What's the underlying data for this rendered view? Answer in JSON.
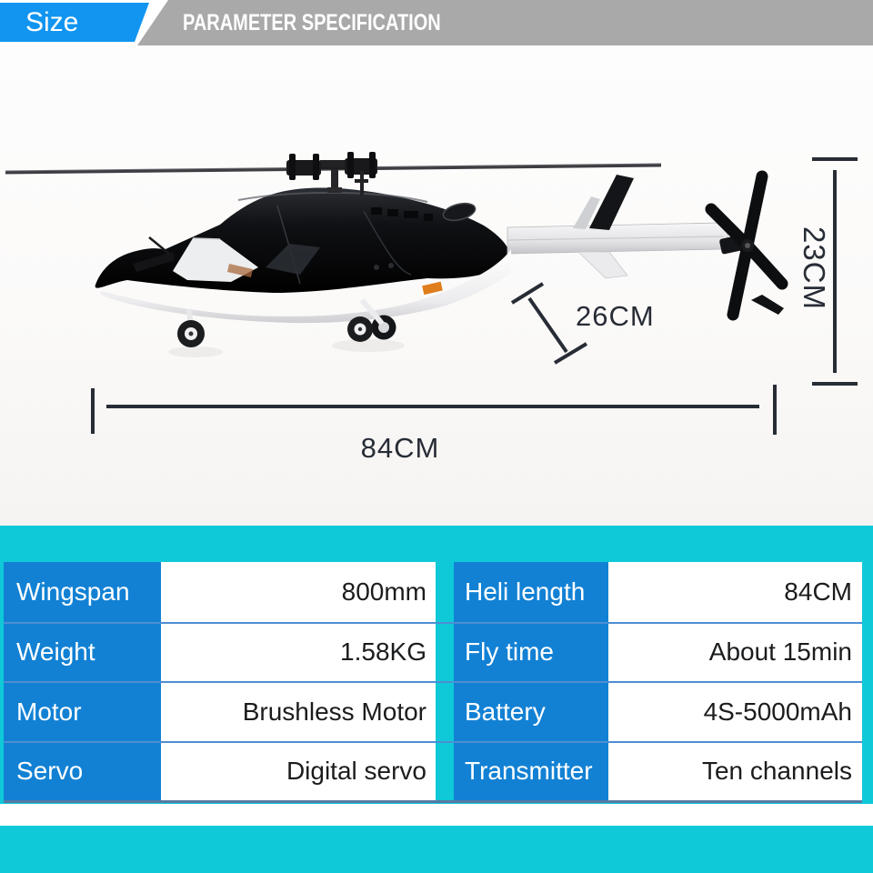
{
  "header": {
    "tab_label": "Size",
    "banner_title": "PARAMETER SPECIFICATION"
  },
  "diagram": {
    "subject": "RC helicopter side view with dimension lines",
    "height_label": "23CM",
    "rotor_label": "26CM",
    "length_label": "84CM"
  },
  "spec_table": {
    "left_rows": [
      {
        "label": "Wingspan",
        "value": "800mm"
      },
      {
        "label": "Weight",
        "value": "1.58KG"
      },
      {
        "label": "Motor",
        "value": "Brushless Motor"
      },
      {
        "label": "Servo",
        "value": "Digital servo"
      }
    ],
    "right_rows": [
      {
        "label": "Heli length",
        "value": "84CM"
      },
      {
        "label": "Fly time",
        "value": "About 15min"
      },
      {
        "label": "Battery",
        "value": "4S-5000mAh"
      },
      {
        "label": "Transmitter",
        "value": "Ten channels"
      }
    ]
  },
  "colors": {
    "accent_blue": "#1295f0",
    "table_blue": "#1281d4",
    "cyan": "#0fc9d9",
    "banner_gray": "#a9a9aa",
    "dimension_ink": "#272c35"
  }
}
